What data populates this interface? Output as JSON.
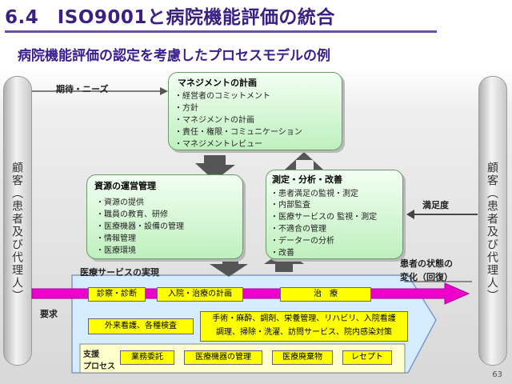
{
  "title": "6.4　ISO9001と病院機能評価の統合",
  "subtitle": "病院機能評価の認定を考慮したプロセスモデルの例",
  "customer_left": "顧客（患者及び代理人）",
  "customer_right": "顧客（患者及び代理人）",
  "label_expectations": "期待・ニーズ",
  "label_satisfaction": "満足度",
  "label_patient_state": "患者の状態の",
  "label_patient_state2": "変化（回復）",
  "label_request": "要求",
  "management": {
    "title": "マネジメントの計画",
    "items": [
      "・経営者のコミットメント",
      "・方針",
      "・マネジメントの計画",
      "・責任・権限・コミュニケーション",
      "・マネジメントレビュー"
    ]
  },
  "resource": {
    "title": "資源の運営管理",
    "items": [
      "・資源の提供",
      "・職員の教育、研修",
      "・医療機器・設備の管理",
      "・情報管理",
      "・医療環境"
    ]
  },
  "measure": {
    "title": "測定・分析・改善",
    "items": [
      "・患者満足の監視・測定",
      "・内部監査",
      "・医療サービスの 監視・測定",
      "・不適合の管理",
      "・データーの分析",
      "・改善"
    ]
  },
  "service": {
    "title": "医療サービスの実現",
    "box_exam": "診察・診断",
    "box_plan": "入院・治療の計画",
    "box_treat": "治　療",
    "box_outpatient": "外来看護、各種検査",
    "box_procedures_1": "手術・麻酔、調剤、栄養管理、リハビリ、入院看護",
    "box_procedures_2": "調理、掃除・洗濯、訪問サービス、院内感染対策"
  },
  "support": {
    "label_1": "支援",
    "label_2": "プロセス",
    "items": [
      "業務委託",
      "医療機器の管理",
      "医療廃棄物",
      "レセプト"
    ]
  },
  "page_number": "63"
}
